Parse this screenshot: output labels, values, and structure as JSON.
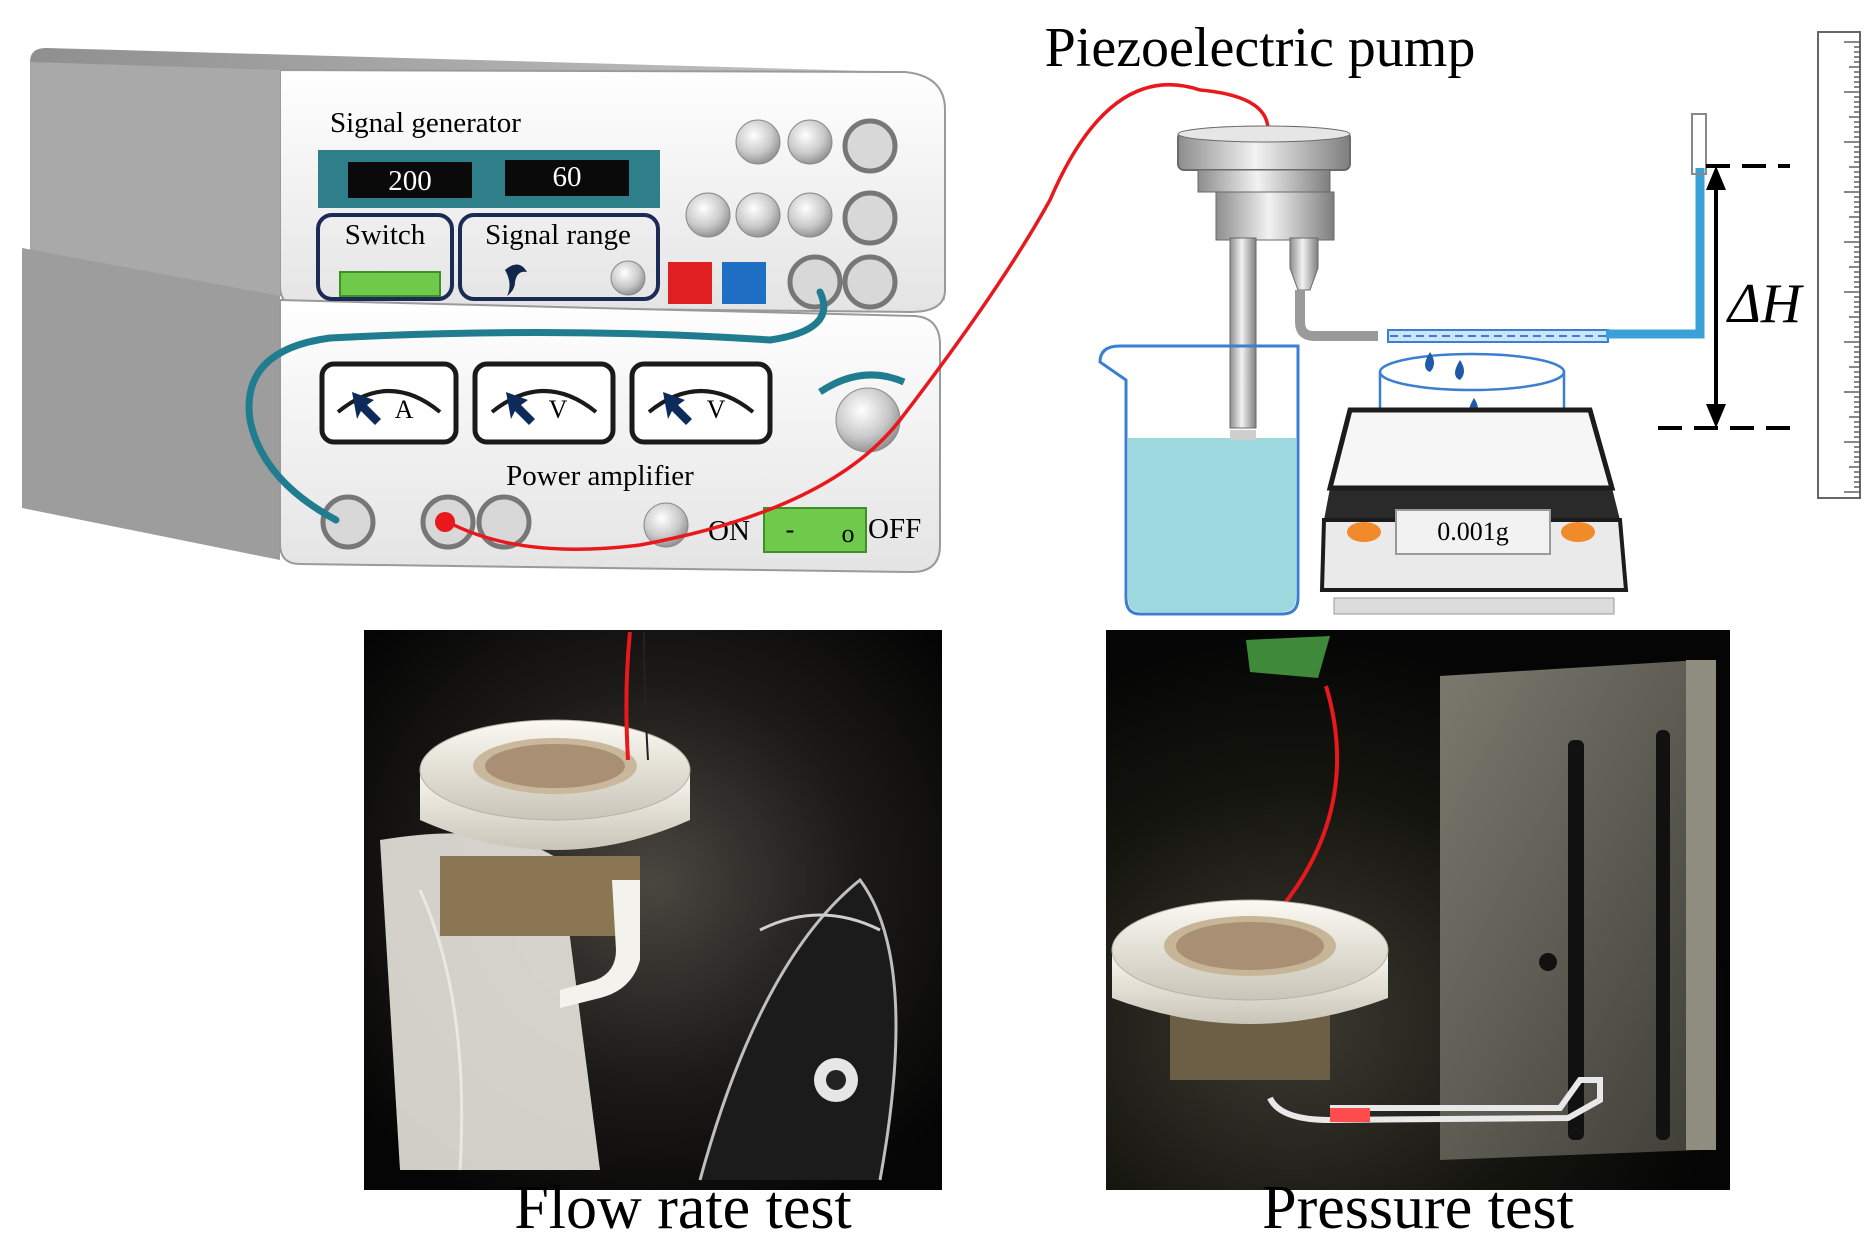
{
  "diagram": {
    "title_pump": "Piezoelectric pump",
    "signal_generator": {
      "label": "Signal generator",
      "display_left": "200",
      "display_right": "60",
      "switch_label": "Switch",
      "range_label": "Signal range"
    },
    "power_amplifier": {
      "label": "Power amplifier",
      "meter_1": "A",
      "meter_2": "V",
      "meter_3": "V",
      "on_label": "ON",
      "off_label": "OFF",
      "switch_minus": "-",
      "switch_o": "o"
    },
    "balance_reading": "0.001g",
    "height_label": "ΔH",
    "colors": {
      "signal_wire": "#e8181c",
      "ground_wire": "#1f7d8f",
      "water": "#9ed8df",
      "panel_display": "#2f7f8a",
      "switch_green": "#6fc94a",
      "button_red": "#e02020",
      "button_blue": "#1f6fc4",
      "balance_orange": "#f08a2a"
    }
  },
  "photos": {
    "left_caption": "Flow rate test",
    "right_caption": "Pressure test"
  }
}
